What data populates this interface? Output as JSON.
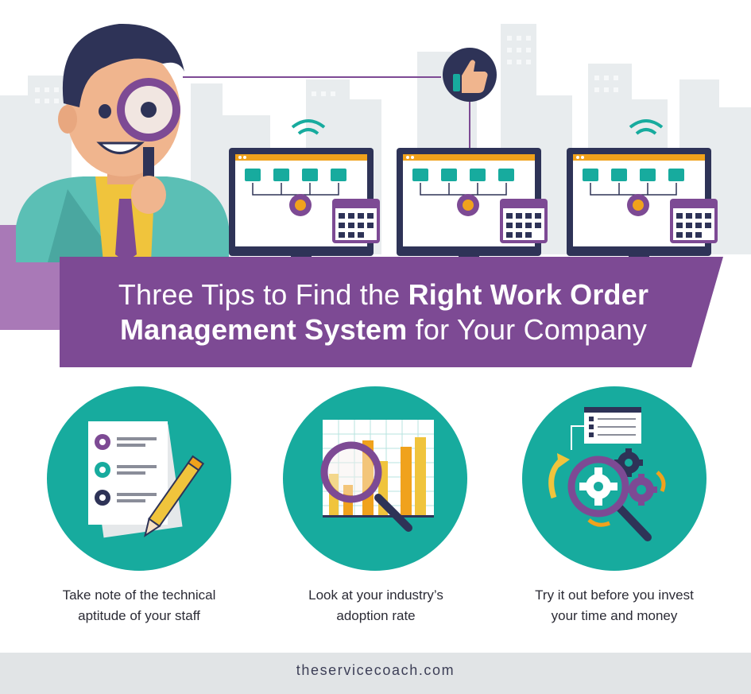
{
  "title": {
    "line1_light": "Three Tips to Find the ",
    "line1_bold": "Right Work Order",
    "line2_bold": "Management System",
    "line2_light": " for Your Company"
  },
  "tips": [
    {
      "line1": "Take note of the technical",
      "line2": "aptitude of your staff",
      "icon": "checklist-pencil-icon"
    },
    {
      "line1": "Look at your industry’s",
      "line2": "adoption rate",
      "icon": "bar-chart-magnifier-icon"
    },
    {
      "line1": "Try it out before you invest",
      "line2": "your time and money",
      "icon": "gears-magnifier-icon"
    }
  ],
  "footer": {
    "url": "theservicecoach.com"
  },
  "colors": {
    "purple": "#7d4a94",
    "teal": "#17ab9e",
    "navy": "#2e3357",
    "orange": "#f0a21c",
    "skyline": "#e5e9eb",
    "footer": "#e1e4e6"
  }
}
